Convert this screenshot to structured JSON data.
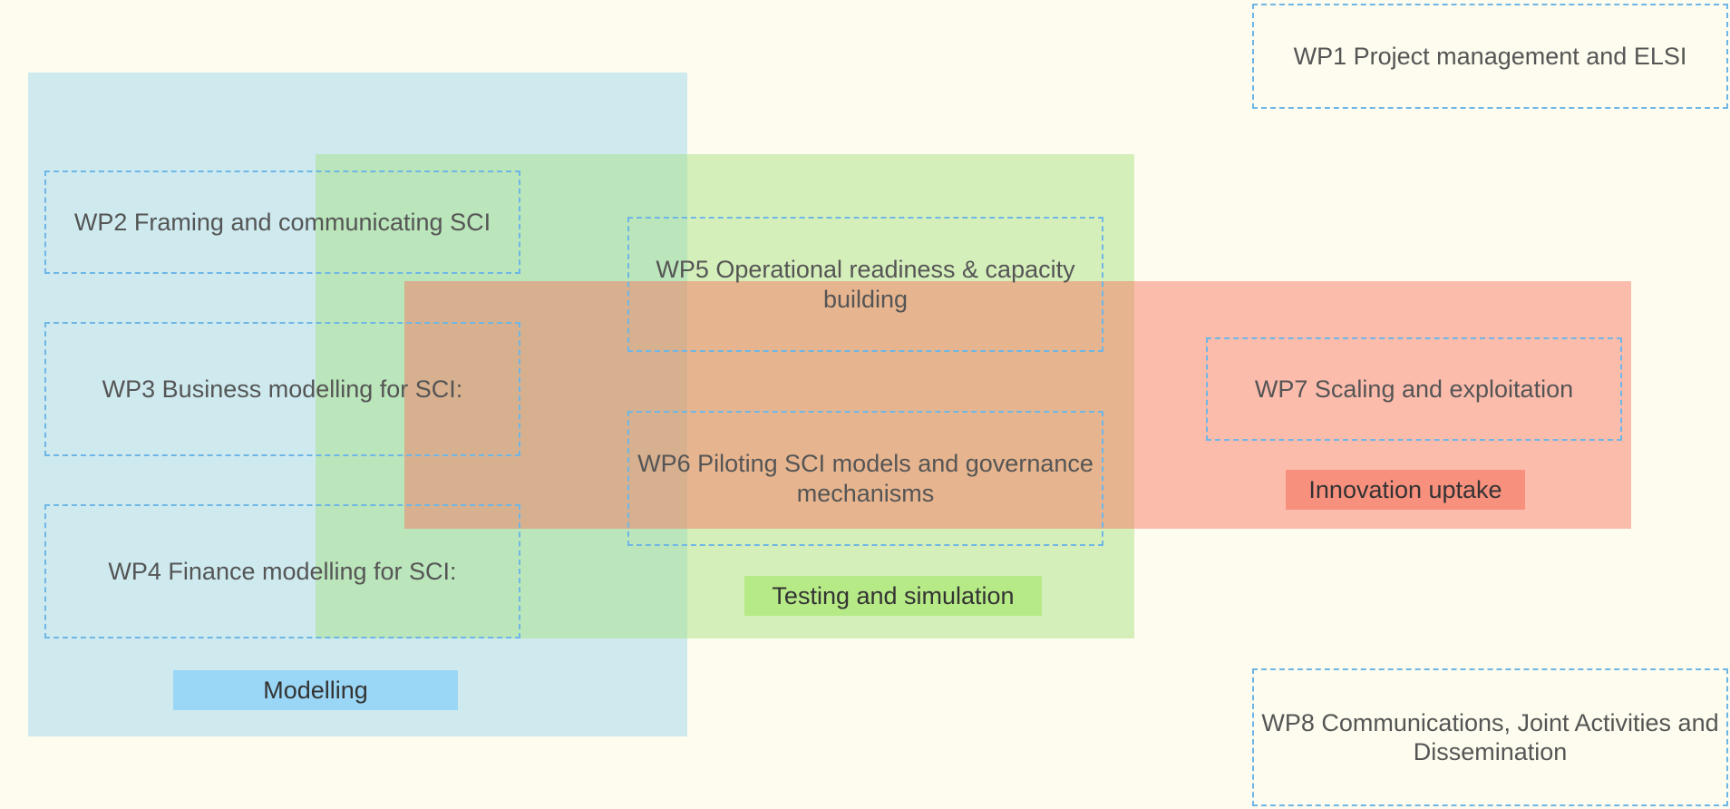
{
  "zones": {
    "modelling": {
      "label": "Modelling",
      "color": "#a8dbf0"
    },
    "testing": {
      "label": "Testing and simulation",
      "color": "#a5e17d"
    },
    "innovation": {
      "label": "Innovation uptake",
      "color": "#fa6e5a"
    }
  },
  "work_packages": [
    {
      "id": "wp1",
      "label": "WP1 Project management and ELSI"
    },
    {
      "id": "wp2",
      "label": "WP2 Framing and communicating SCI"
    },
    {
      "id": "wp3",
      "label": "WP3 Business modelling for SCI:"
    },
    {
      "id": "wp4",
      "label": "WP4 Finance modelling for SCI:"
    },
    {
      "id": "wp5",
      "label": "WP5 Operational readiness & capacity building"
    },
    {
      "id": "wp6",
      "label": "WP6 Piloting SCI models and governance mechanisms"
    },
    {
      "id": "wp7",
      "label": "WP7 Scaling and exploitation"
    },
    {
      "id": "wp8",
      "label": "WP8 Communications, Joint Activities and Dissemination"
    }
  ],
  "colors": {
    "background": "#fdfcee",
    "box_border": "#6eb6e6",
    "text": "#555555"
  }
}
